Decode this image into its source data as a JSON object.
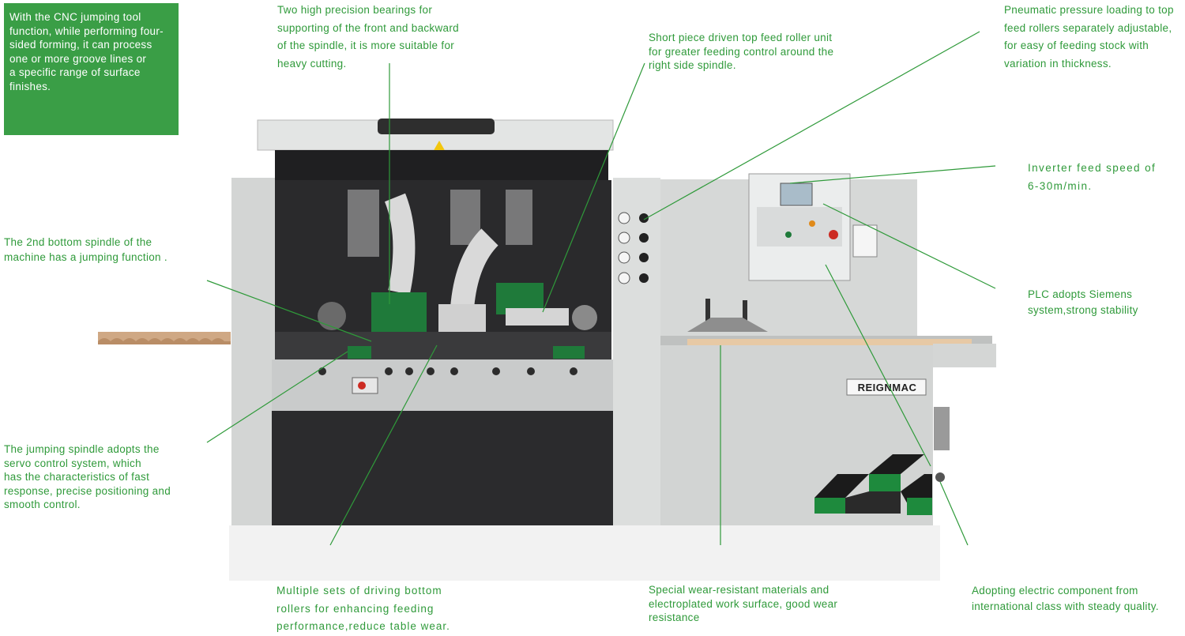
{
  "brand": {
    "logo_text": "REIGNMAC"
  },
  "features": {
    "cnc_jumping": "With the CNC jumping tool\nfunction, while performing four-\nsided forming, it can  process\none or more groove lines or\na specific range of surface\nfinishes.",
    "bearings": "Two high precision bearings for\nsupporting of the front and backward\nof the spindle, it is more suitable for\nheavy cutting.",
    "top_feed_roller": "Short piece driven top feed roller unit\nfor greater feeding control around the\nright side spindle.",
    "pneumatic": "Pneumatic pressure loading to top\nfeed rollers separately adjustable,\nfor easy of feeding stock with\nvariation in thickness.",
    "second_bottom_spindle": "The 2nd bottom spindle of the\nmachine has a jumping function .",
    "inverter": "Inverter feed speed of\n6-30m/min.",
    "plc": "PLC adopts Siemens\nsystem,strong stability",
    "servo": "The jumping spindle adopts the\nservo control system, which\nhas the characteristics of fast\nresponse, precise positioning and\nsmooth control.",
    "driving_rollers": "Multiple sets of driving bottom\nrollers for enhancing feeding\nperformance,reduce table wear.",
    "work_surface": "Special wear-resistant materials and\nelectroplated work surface, good wear\nresistance",
    "electric": "Adopting electric component from\ninternational class with steady quality."
  },
  "colors": {
    "accent_green": "#2f9a3a",
    "box_green": "#3a9e46",
    "machine_gray": "#d4d6d5",
    "dark_panel": "#2b2b2d"
  }
}
